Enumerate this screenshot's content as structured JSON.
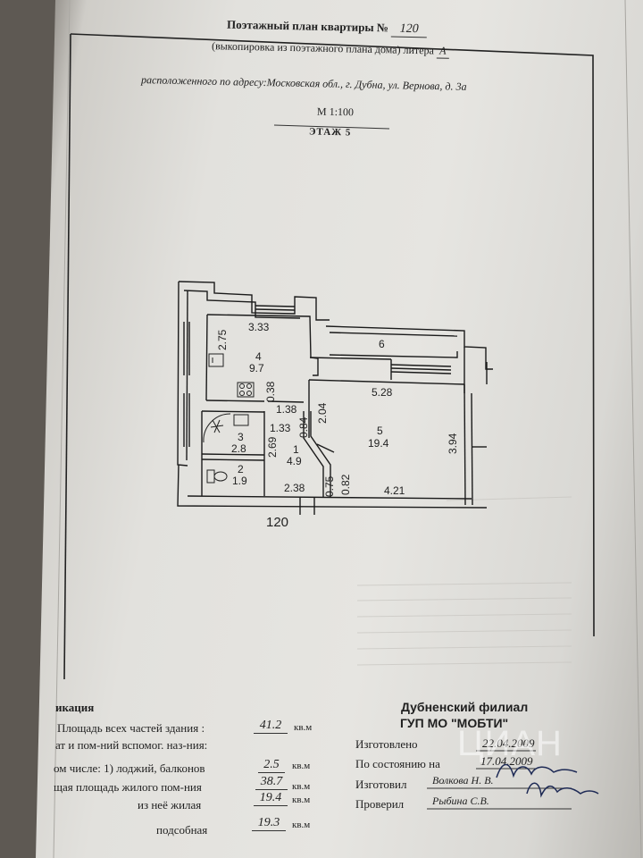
{
  "header": {
    "title": "Поэтажный план квартиры №",
    "apartment_no": "120",
    "subtitle": "(выкопировка из поэтажного плана дома) литера",
    "litera": "A",
    "address": "расположенного по адресу:Московская обл., г. Дубна, ул. Вернова, д. 3а",
    "scale": "М 1:100",
    "floor": "ЭТАЖ 5"
  },
  "plan": {
    "apartment_label": "120",
    "dims": {
      "d_333": "3.33",
      "d_275": "2.75",
      "d_6": "6",
      "d_528": "5.28",
      "d_038": "0.38",
      "d_138": "1.38",
      "d_133": "1.33",
      "d_084": "0.84",
      "d_204": "2.04",
      "d_269": "2.69",
      "d_394": "3.94",
      "d_238": "2.38",
      "d_075": "0.75",
      "d_082": "0.82",
      "d_421": "4.21"
    },
    "rooms": [
      {
        "no": "4",
        "area": "9.7"
      },
      {
        "no": "5",
        "area": "19.4"
      },
      {
        "no": "3",
        "area": "2.8"
      },
      {
        "no": "1",
        "area": "4.9"
      },
      {
        "no": "2",
        "area": "1.9"
      }
    ]
  },
  "spec": {
    "title_fragment": "икация",
    "rows": [
      {
        "label": "Площадь всех частей здания :",
        "value": "41.2",
        "unit": "кв.м"
      },
      {
        "label": "ат и пом-ний вспомог. наз-ния:",
        "value": "",
        "unit": ""
      },
      {
        "label": "ом числе: 1) лоджий, балконов",
        "value": "2.5",
        "unit": "кв.м"
      },
      {
        "label": "щая площадь жилого пом-ния",
        "value": "38.7",
        "unit": "кв.м"
      },
      {
        "label": "из неё жилая",
        "value": "19.4",
        "unit": "кв.м"
      },
      {
        "label": "подсобная",
        "value": "19.3",
        "unit": "кв.м"
      }
    ]
  },
  "org": {
    "line1": "Дубненский филиал",
    "line2": "ГУП МО \"МОБТИ\""
  },
  "signoff": [
    {
      "label": "Изготовлено",
      "value": "22.04.2009"
    },
    {
      "label": "По состоянию на",
      "value": "17.04.2009"
    },
    {
      "label": "Изготовил",
      "value": "Волкова Н. В."
    },
    {
      "label": "Проверил",
      "value": "Рыбина С.В."
    }
  ],
  "watermark": "ЦИАН"
}
